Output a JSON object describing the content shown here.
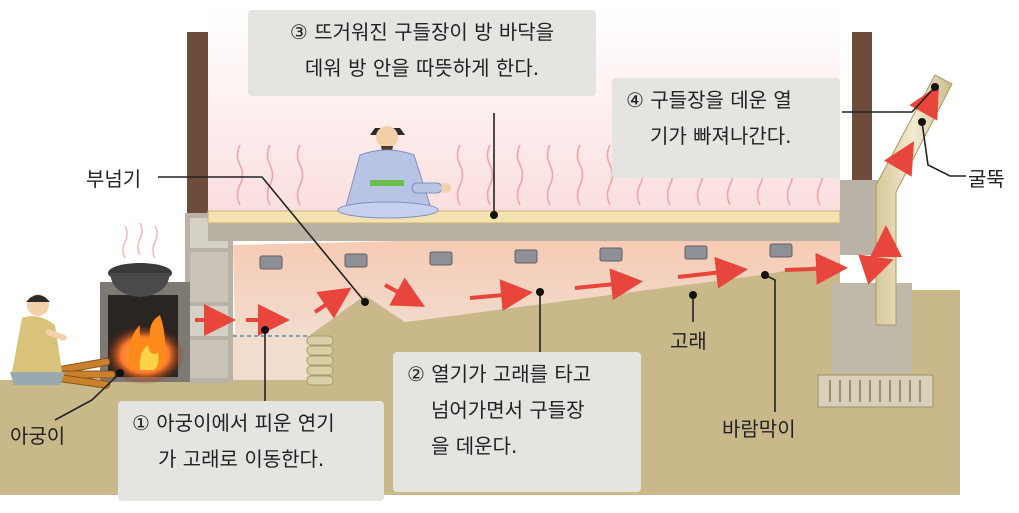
{
  "callouts": {
    "step1": {
      "line1": "① 아궁이에서 피운 연기",
      "line2": "가 고래로 이동한다."
    },
    "step2": {
      "line1": "② 열기가 고래를 타고",
      "line2": "넘어가면서  구들장",
      "line3": "을 데운다."
    },
    "step3": {
      "line1": "③ 뜨거워진  구들장이  방  바닥을",
      "line2": "데워 방 안을 따뜻하게 한다."
    },
    "step4": {
      "line1": "④ 구들장을 데운 열",
      "line2": "기가 빠져나간다."
    }
  },
  "labels": {
    "buneomgi": "부넘기",
    "agungi": "아궁이",
    "gorae": "고래",
    "baramagi": "바람막이",
    "gulttuk": "굴뚝"
  },
  "colors": {
    "room_wall": "#fbe6e6",
    "ground": "#c9b98a",
    "stone": "#c8c2b6",
    "flue": "#f3d8c4",
    "floor": "#f4e2b0",
    "arrow": "#e8463c",
    "callout_bg": "#e4e4e0"
  }
}
